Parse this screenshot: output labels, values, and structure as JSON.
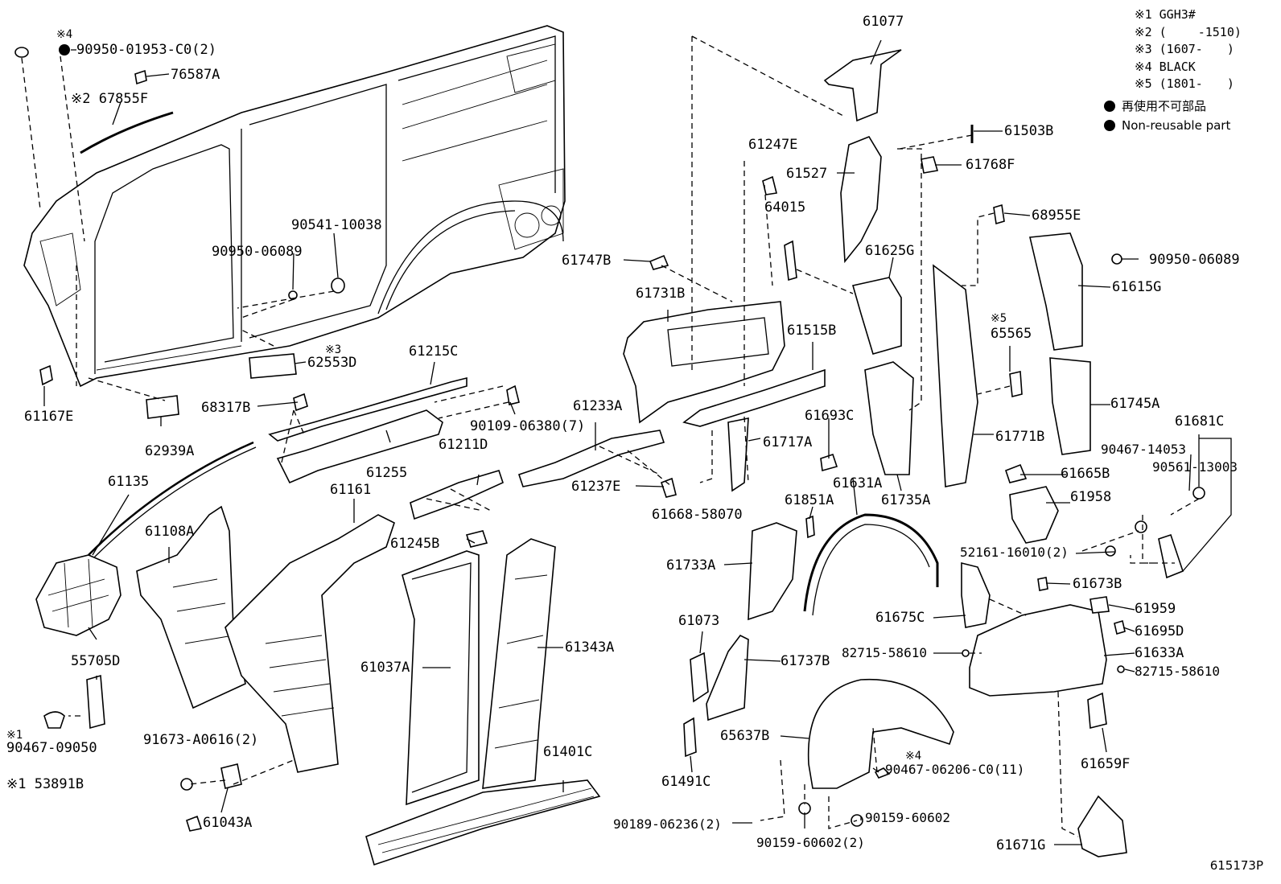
{
  "legend": {
    "notes": [
      "※1 GGH3#",
      "※2 (　　 -1510)",
      "※3 (1607-　　)",
      "※4 BLACK",
      "※5 (1801-　　)"
    ],
    "bullets": [
      "再使用不可部品",
      "Non-reusable part"
    ]
  },
  "diagram_code": "615173P",
  "parts": {
    "p90950_01953": "90950-01953-C0(2)",
    "p90950_01953_note": "※4",
    "p76587A": "76587A",
    "p67855F": "※2 67855F",
    "p90541_10038": "90541-10038",
    "p90950_06089_left": "90950-06089",
    "p62553D": "62553D",
    "p62553D_note": "※3",
    "p61167E": "61167E",
    "p62939A": "62939A",
    "p68317B": "68317B",
    "p61215C": "61215C",
    "p61255": "61255",
    "p90109_06380": "90109-06380(7)",
    "p61135": "61135",
    "p61108A": "61108A",
    "p61161": "61161",
    "p55705D": "55705D",
    "p90467_09050_note": "※1",
    "p90467_09050": "90467-09050",
    "p53891B": "※1 53891B",
    "p91673_A0616": "91673-A0616(2)",
    "p61043A": "61043A",
    "p61211D": "61211D",
    "p61245B": "61245B",
    "p61233A": "61233A",
    "p61237E": "61237E",
    "p61037A": "61037A",
    "p61343A": "61343A",
    "p61401C": "61401C",
    "p61077": "61077",
    "p61247E": "61247E",
    "p61527": "61527",
    "p64015": "64015",
    "p61503B": "61503B",
    "p61768F": "61768F",
    "p68955E": "68955E",
    "p61747B": "61747B",
    "p61731B": "61731B",
    "p61625G": "61625G",
    "p61515B": "61515B",
    "p90950_06089_right": "90950-06089",
    "p61615G": "61615G",
    "p65565": "65565",
    "p65565_note": "※5",
    "p61693C": "61693C",
    "p61717A": "61717A",
    "p61631A": "61631A",
    "p61735A": "61735A",
    "p61771B": "61771B",
    "p61745A": "61745A",
    "p61668_58070": "61668-58070",
    "p61851A": "61851A",
    "p61733A": "61733A",
    "p61665B": "61665B",
    "p61958": "61958",
    "p61681C": "61681C",
    "p90467_14053": "90467-14053",
    "p90561_13003": "90561-13003",
    "p52161_16010": "52161-16010(2)",
    "p61673B": "61673B",
    "p61073": "61073",
    "p61737B": "61737B",
    "p61675C": "61675C",
    "p61959": "61959",
    "p61695D": "61695D",
    "p82715_58610_a": "82715-58610",
    "p61633A": "61633A",
    "p82715_58610_b": "82715-58610",
    "p61491C": "61491C",
    "p65637B": "65637B",
    "p90467_06206": "90467-06206-C0(11)",
    "p90467_06206_note": "※4",
    "p61659F": "61659F",
    "p90189_06236": "90189-06236(2)",
    "p90159_60602_a": "90159-60602",
    "p90159_60602_b": "90159-60602(2)",
    "p61671G": "61671G"
  }
}
